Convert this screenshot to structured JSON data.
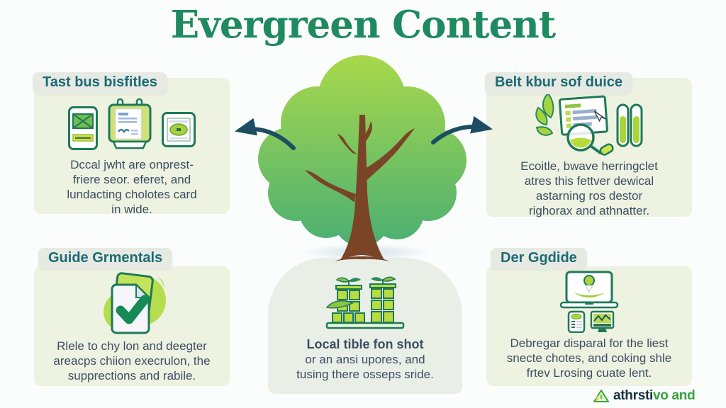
{
  "title": "Evergreen Content",
  "panels": {
    "top_left": {
      "header": "Tast bus bisfitles",
      "lines": [
        "Dccal jwht are onprest-",
        "friere seor. eferet, and",
        "lundacting cholotes card",
        "in wide."
      ],
      "icons": [
        "email-card-icon",
        "calendar-document-icon",
        "tablet-screen-icon"
      ]
    },
    "top_right": {
      "header": "Belt kbur sof duice",
      "lines": [
        "Ecoitle, bwave herringclet",
        "atres this fettver dewical",
        "astarning ros destor",
        "righorax and athnatter."
      ],
      "icons": [
        "document-search-icon",
        "capsules-icon"
      ]
    },
    "bottom_left": {
      "header": "Guide Grmentals",
      "lines": [
        "Rlele to chy lon and deegter",
        "areacps chiion execrulon, the",
        "supprections and rabile."
      ],
      "icons": [
        "documents-checkmark-icon"
      ]
    },
    "bottom_right": {
      "header": "Der Ggdide",
      "lines": [
        "Debregar disparal for the liest",
        "snecte chotes, and coking shle",
        "frtev Lrosing cuate lent."
      ],
      "icons": [
        "laptop-seedling-icon",
        "phone-icon",
        "monitor-chart-icon"
      ]
    },
    "bottom_center": {
      "lead": "Local tible fon shot",
      "lines": [
        "or an ansi upores, and",
        "tusing there osseps sride."
      ],
      "icons": [
        "crates-sprouts-icon"
      ]
    }
  },
  "center_illustration": "evergreen-tree",
  "logo": {
    "dark": "athrsti",
    "green": "vo and"
  },
  "colors": {
    "title_green": "#1f8a5f",
    "header_teal": "#1d6a74",
    "body_text": "#3d4e63",
    "panel_bg": "#edf2e1",
    "center_panel_bg": "#e9efe7",
    "pill_bg": "#e6eae3",
    "arrow_navy": "#1c4d63",
    "canopy_top": "#a9d94b",
    "canopy_bottom": "#4fb171",
    "trunk_brown": "#7a4427",
    "icon_outline": "#1e7a58",
    "icon_green": "#a8d43c",
    "logo_dark": "#16323e",
    "logo_green": "#36a33e"
  }
}
